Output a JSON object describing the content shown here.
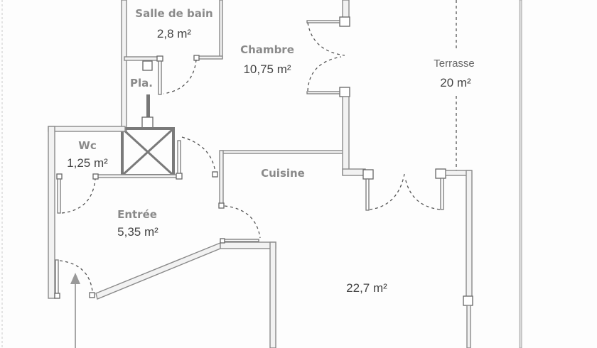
{
  "rooms": {
    "salle_de_bain": {
      "name": "Salle de bain",
      "area": "2,8 m²"
    },
    "chambre": {
      "name": "Chambre",
      "area": "10,75 m²"
    },
    "terrasse": {
      "name": "Terrasse",
      "area": "20 m²"
    },
    "placard": {
      "name": "Pla."
    },
    "wc": {
      "name": "Wc",
      "area": "1,25 m²"
    },
    "cuisine": {
      "name": "Cuisine"
    },
    "entree": {
      "name": "Entrée",
      "area": "5,35 m²"
    },
    "sejour": {
      "area": "22,7 m²"
    }
  },
  "colors": {
    "wall": "#8a8a8a",
    "label": "#8a8a8a",
    "area_text": "#444444"
  }
}
